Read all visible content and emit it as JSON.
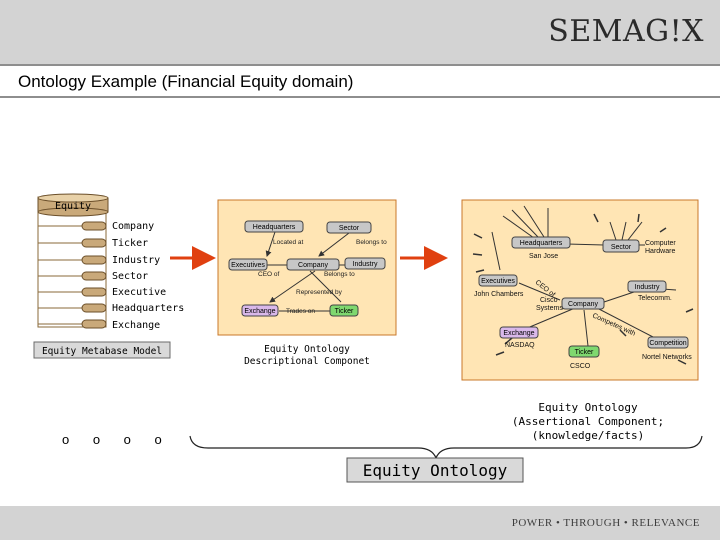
{
  "header": {
    "logo": "SEMAG!X",
    "title": "Ontology Example (Financial Equity domain)"
  },
  "footer": {
    "tagline": "POWER • THROUGH • RELEVANCE"
  },
  "metabase": {
    "cylinder_label": "Equity",
    "fields": [
      "Company",
      "Ticker",
      "Industry",
      "Sector",
      "Executive",
      "Headquarters",
      "Exchange"
    ],
    "caption": "Equity Metabase Model"
  },
  "descriptional": {
    "nodes": {
      "headquarters": "Headquarters",
      "sector": "Sector",
      "executives": "Executives",
      "company": "Company",
      "industry": "Industry",
      "exchange": "Exchange",
      "ticker": "Ticker"
    },
    "relations": {
      "located_at": "Located at",
      "belongs_to_1": "Belongs to",
      "ceo_of": "CEO of",
      "belongs_to_2": "Belongs to",
      "represented_by": "Represented by",
      "trades_on": "Trades on"
    },
    "caption_line1": "Equity Ontology",
    "caption_line2": "Descriptional Componet"
  },
  "assertional": {
    "nodes": {
      "headquarters": "Headquarters",
      "sector": "Sector",
      "executives": "Executives",
      "company": "Company",
      "industry": "Industry",
      "exchange": "Exchange",
      "ticker": "Ticker",
      "competition": "Competition"
    },
    "instances": {
      "computer_hardware_1": "Computer",
      "computer_hardware_2": "Hardware",
      "san_jose": "San Jose",
      "john_chambers": "John Chambers",
      "cisco_1": "Cisco",
      "cisco_2": "Systems",
      "telecomm": "Telecomm.",
      "nasdaq": "NASDAQ",
      "csco": "CSCO",
      "nortel": "Nortel Networks"
    },
    "rotated": {
      "ceo_of": "CEO of",
      "competes_with": "Competes with"
    },
    "caption_line1": "Equity Ontology",
    "caption_line2": "(Assertional Component;",
    "caption_line3": "(knowledge/facts)"
  },
  "dots": "o o o o",
  "main_label": "Equity Ontology",
  "colors": {
    "header_gray": "#d3d3d3",
    "panel_fill": "#ffe5b4",
    "panel_border": "#c8782a",
    "node_gray": "#c7c7c7",
    "node_green": "#7fd86f",
    "node_purple": "#d9b8ea",
    "arrow": "#e04010",
    "metabase_tan": "#c9a97a"
  }
}
